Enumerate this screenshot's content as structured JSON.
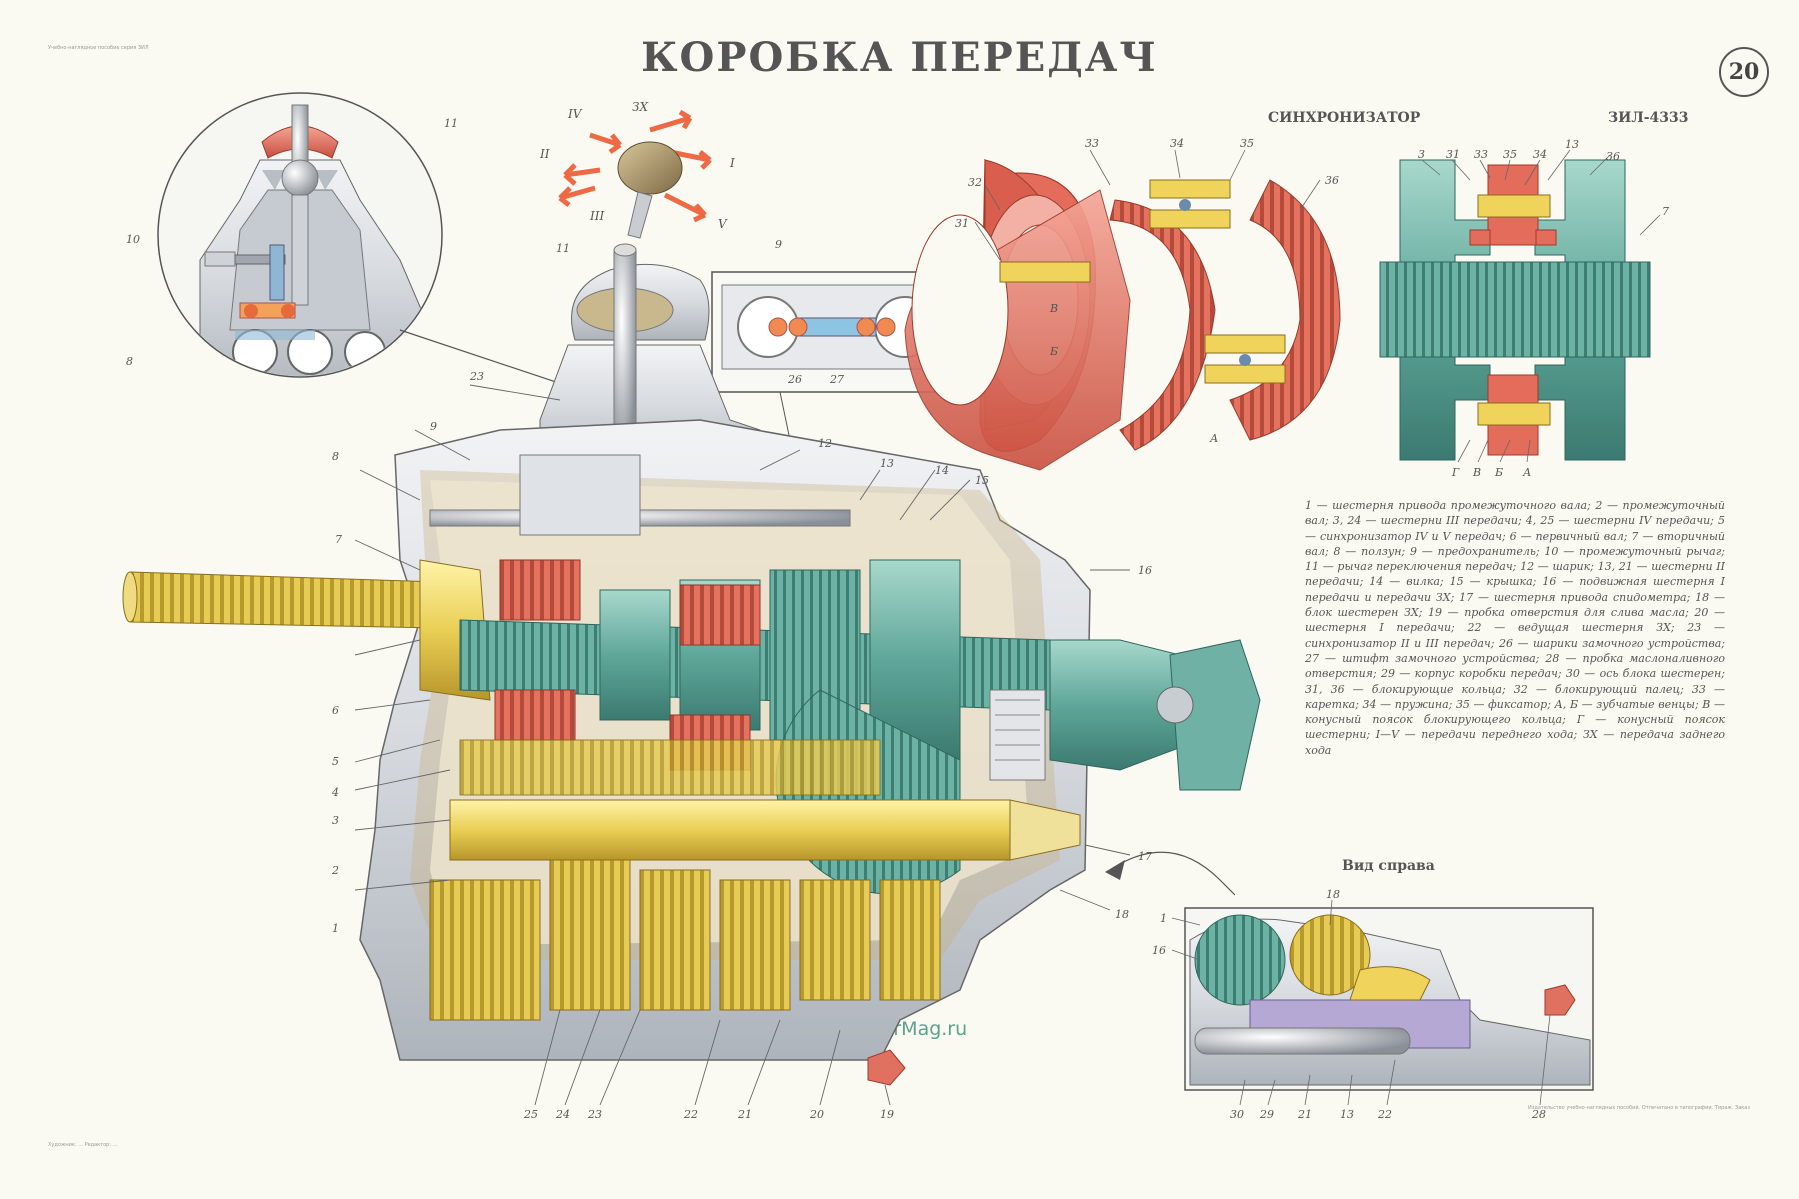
{
  "poster": {
    "title": "КОРОБКА ПЕРЕДАЧ",
    "sheet_number": "20",
    "synchronizer_title": "СИНХРОНИЗАТОР",
    "model": "ЗИЛ-4333",
    "right_view_title": "Вид справа",
    "watermark": "www.CentrMag.ru",
    "legend": "1 — шестерня привода промежуточного вала; 2 — промежуточный вал; 3, 24 — шестерни III передачи; 4, 25 — шестерни IV передачи; 5 — синхронизатор IV и V передач; 6 — первичный вал; 7 — вторичный вал; 8 — ползун; 9 — предохранитель; 10 — промежуточный рычаг; 11 — рычаг переключения передач; 12 — шарик; 13, 21 — шестерни II передачи; 14 — вилка; 15 — крышка; 16 — подвижная шестерня I передачи и передачи ЗХ; 17 — шестерня привода спидометра; 18 — блок шестерен ЗХ; 19 — пробка отверстия для слива масла; 20 — шестерня I передачи; 22 — ведущая шестерня ЗХ; 23 — синхронизатор II и III передач; 26 — шарики замочного устройства; 27 — штифт замочного устройства; 28 — пробка маслоналивного отверстия; 29 — корпус коробки передач; 30 — ось блока шестерен; 31, 36 — блокирующие кольца; 32 — блокирующий палец; 33 — каретка; 34 — пружина; 35 — фиксатор; А, Б — зубчатые венцы; В — конусный поясок блокирующего кольца; Г — конусный поясок шестерни; I—V — передачи переднего хода; ЗХ — передача заднего хода"
  },
  "shift_pattern": {
    "gears": [
      "IV",
      "ЗХ",
      "II",
      "I",
      "III",
      "V"
    ]
  },
  "callouts": {
    "inset_top_left": [
      "11",
      "10",
      "8"
    ],
    "lock_inset": [
      "9",
      "26",
      "27"
    ],
    "main_top": [
      "11",
      "23",
      "9",
      "8",
      "12",
      "13",
      "14",
      "15",
      "16"
    ],
    "main_left": [
      "7",
      "6",
      "5",
      "4",
      "3",
      "2",
      "1"
    ],
    "main_bottom": [
      "25",
      "24",
      "23",
      "22",
      "21",
      "20",
      "19"
    ],
    "main_right": [
      "17",
      "18"
    ],
    "synchronizer_exploded": [
      "33",
      "34",
      "35",
      "36",
      "32",
      "31",
      "В",
      "Б",
      "А"
    ],
    "synchronizer_section_top": [
      "3",
      "31",
      "33",
      "35",
      "34",
      "13",
      "36",
      "7"
    ],
    "synchronizer_section_bottom": [
      "Г",
      "В",
      "Б",
      "А"
    ],
    "right_view": [
      "18",
      "1",
      "16",
      "30",
      "29",
      "21",
      "13",
      "22",
      "28"
    ]
  },
  "colors": {
    "background": "#fbfaf2",
    "housing": "#d9dde2",
    "shaft_yellow": "#e9d35f",
    "gear_teal": "#5fa79a",
    "gear_red": "#e0705f",
    "arrow_red": "#ee6a45",
    "lock_orange": "#f0a050",
    "lock_blue": "#7ab6dd"
  },
  "fine_print": {
    "top_left": "Учебно-наглядное пособие серия ЗИЛ",
    "bottom_left": "Художник: ... Редактор: ...",
    "bottom_right": "Издательство учебно-наглядных пособий. Отпечатано в типографии. Тираж. Заказ"
  }
}
